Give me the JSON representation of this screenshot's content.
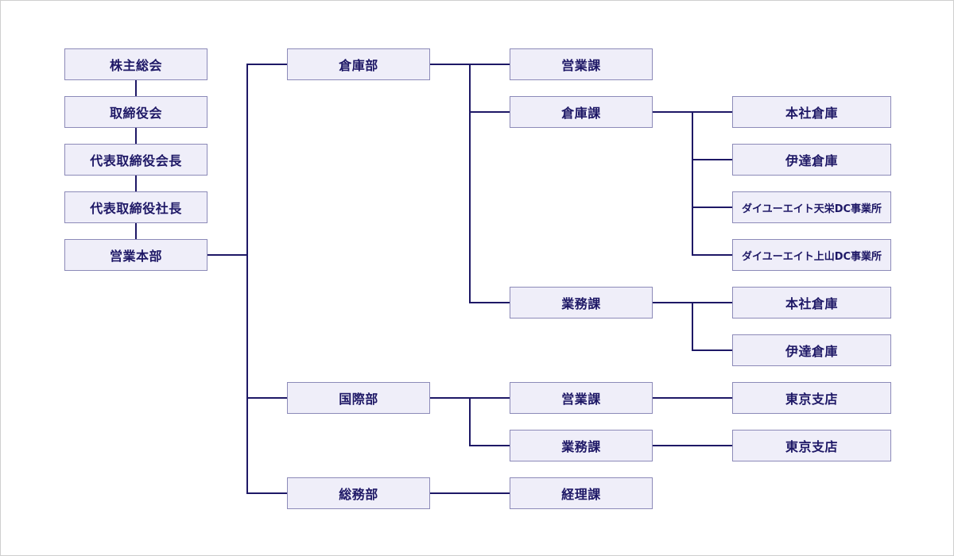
{
  "colors": {
    "line": "#1e1866",
    "box_fill": "#efeef9",
    "box_border": "#8c8ab8",
    "text": "#1e1866"
  },
  "org": {
    "shareholders": "株主総会",
    "board": "取締役会",
    "chairman": "代表取締役会長",
    "president": "代表取締役社長",
    "sales_hq": "営業本部",
    "warehouse_dept": {
      "label": "倉庫部",
      "sales_section": "営業課",
      "warehouse_section": {
        "label": "倉庫課",
        "units": [
          "本社倉庫",
          "伊達倉庫",
          "ダイユーエイト天栄DC事業所",
          "ダイユーエイト上山DC事業所"
        ]
      },
      "business_section": {
        "label": "業務課",
        "units": [
          "本社倉庫",
          "伊達倉庫"
        ]
      }
    },
    "intl_dept": {
      "label": "国際部",
      "sales_section": {
        "label": "営業課",
        "unit": "東京支店"
      },
      "business_section": {
        "label": "業務課",
        "unit": "東京支店"
      }
    },
    "general_dept": {
      "label": "総務部",
      "accounting_section": "経理課"
    }
  }
}
